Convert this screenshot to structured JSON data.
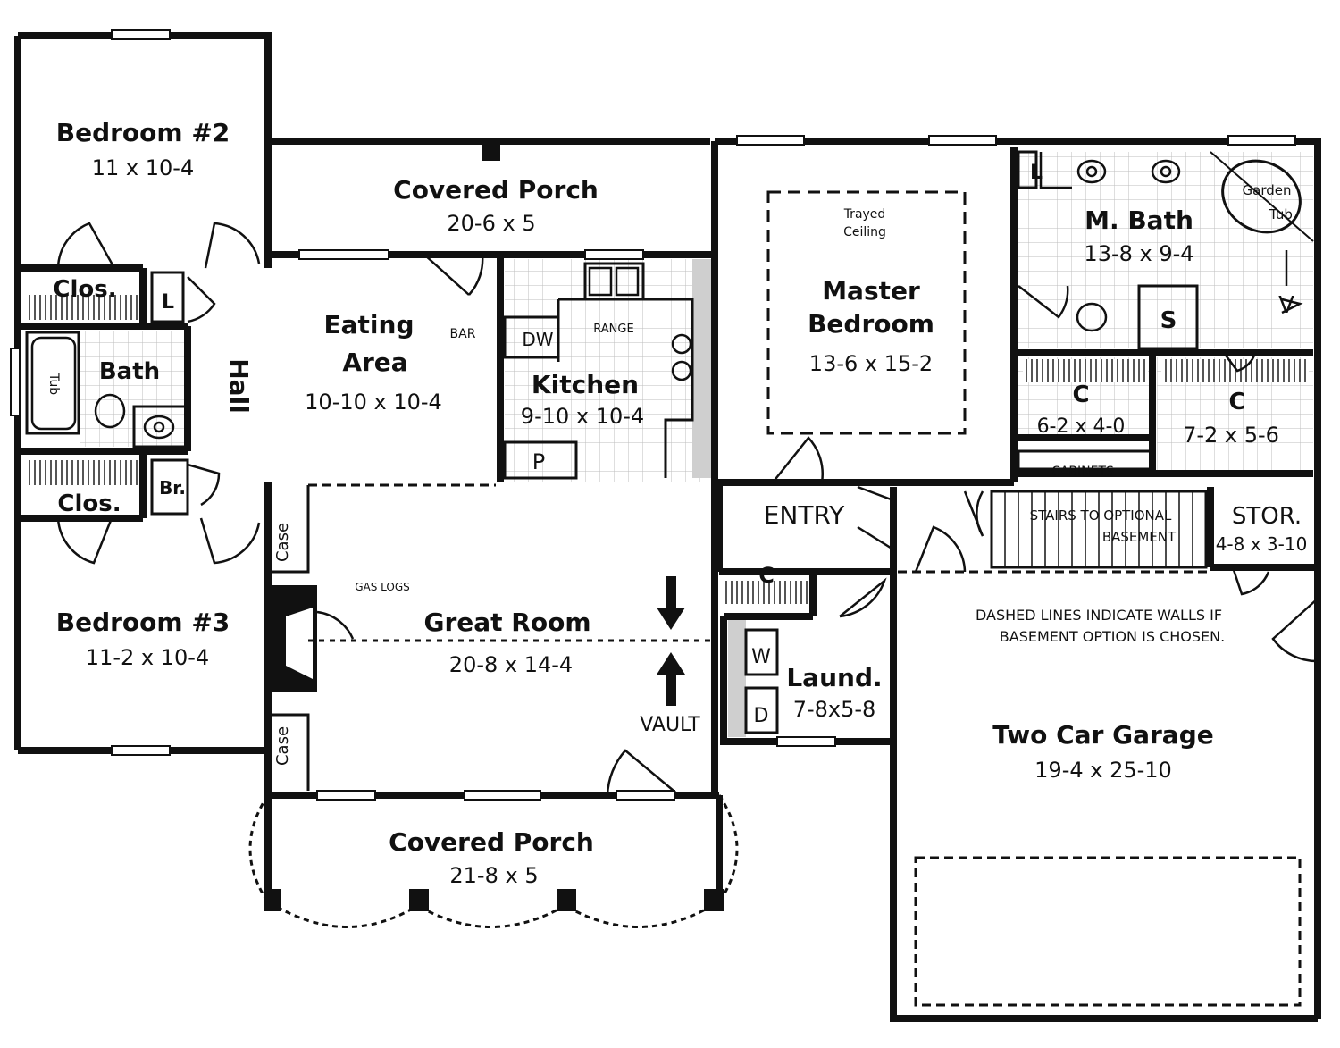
{
  "rooms": {
    "bedroom2": {
      "name": "Bedroom #2",
      "dim": "11 x 10-4"
    },
    "covered_porch_rear": {
      "name": "Covered Porch",
      "dim": "20-6 x 5"
    },
    "master_bedroom": {
      "name_line1": "Master",
      "name_line2": "Bedroom",
      "dim": "13-6 x 15-2"
    },
    "master_bath": {
      "name": "M. Bath",
      "dim": "13-8 x 9-4"
    },
    "eating_area": {
      "name_line1": "Eating",
      "name_line2": "Area",
      "dim": "10-10 x 10-4"
    },
    "kitchen": {
      "name": "Kitchen",
      "dim": "9-10 x 10-4"
    },
    "closet_c1": {
      "name": "C",
      "dim": "6-2 x 4-0"
    },
    "closet_c2": {
      "name": "C",
      "dim": "7-2 x 5-6"
    },
    "hall": {
      "name": "Hall"
    },
    "bath": {
      "name": "Bath"
    },
    "clos_top": {
      "name": "Clos."
    },
    "clos_bottom": {
      "name": "Clos."
    },
    "entry": {
      "name": "ENTRY"
    },
    "stor": {
      "name": "STOR.",
      "dim": "4-8 x 3-10"
    },
    "bedroom3": {
      "name": "Bedroom #3",
      "dim": "11-2 x 10-4"
    },
    "great_room": {
      "name": "Great Room",
      "dim": "20-8 x 14-4"
    },
    "laundry": {
      "name": "Laund.",
      "dim": "7-8x5-8"
    },
    "garage": {
      "name": "Two Car Garage",
      "dim": "19-4 x 25-10"
    },
    "covered_porch_front": {
      "name": "Covered Porch",
      "dim": "21-8 x 5"
    }
  },
  "fixtures": {
    "tub": "Tub",
    "garden_tub_line1": "Garden",
    "garden_tub_line2": "Tub",
    "linen": "L",
    "linen2": "L",
    "dishwasher": "DW",
    "range": "RANGE",
    "bar": "BAR",
    "pantry": "P",
    "shower": "S",
    "washer": "W",
    "dryer": "D",
    "closet_entry": "C",
    "broom": "Br.",
    "cabinets": "CABINETS",
    "case_top": "Case",
    "case_bottom": "Case",
    "gas_log": "GAS LOGS",
    "vanity": "V"
  },
  "notes": {
    "trayed_line1": "Trayed",
    "trayed_line2": "Ceiling",
    "stairs_line1": "STAIRS TO OPTIONAL",
    "stairs_line2": "BASEMENT",
    "dashed_line1": "DASHED LINES INDICATE WALLS IF",
    "dashed_line2": "BASEMENT OPTION IS CHOSEN.",
    "vault": "VAULT"
  },
  "colors": {
    "wall": "#111111",
    "shade": "#cfcfcf",
    "tile": "#bfbfbf"
  }
}
